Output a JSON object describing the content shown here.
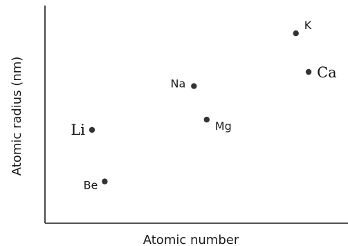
{
  "chart_data": {
    "type": "scatter",
    "xlabel": "Atomic number",
    "ylabel": "Atomic radius (nm)",
    "grid": false,
    "points": [
      {
        "label": "Li",
        "x": 3,
        "y": 0.152,
        "font": "serif"
      },
      {
        "label": "Be",
        "x": 4,
        "y": 0.112,
        "font": "sans"
      },
      {
        "label": "Na",
        "x": 11,
        "y": 0.186,
        "font": "sans"
      },
      {
        "label": "Mg",
        "x": 12,
        "y": 0.16,
        "font": "sans"
      },
      {
        "label": "K",
        "x": 19,
        "y": 0.227,
        "font": "sans"
      },
      {
        "label": "Ca",
        "x": 20,
        "y": 0.197,
        "font": "serif"
      }
    ],
    "colors": {
      "point": "#333333",
      "axis": "#1a1a1a"
    }
  }
}
